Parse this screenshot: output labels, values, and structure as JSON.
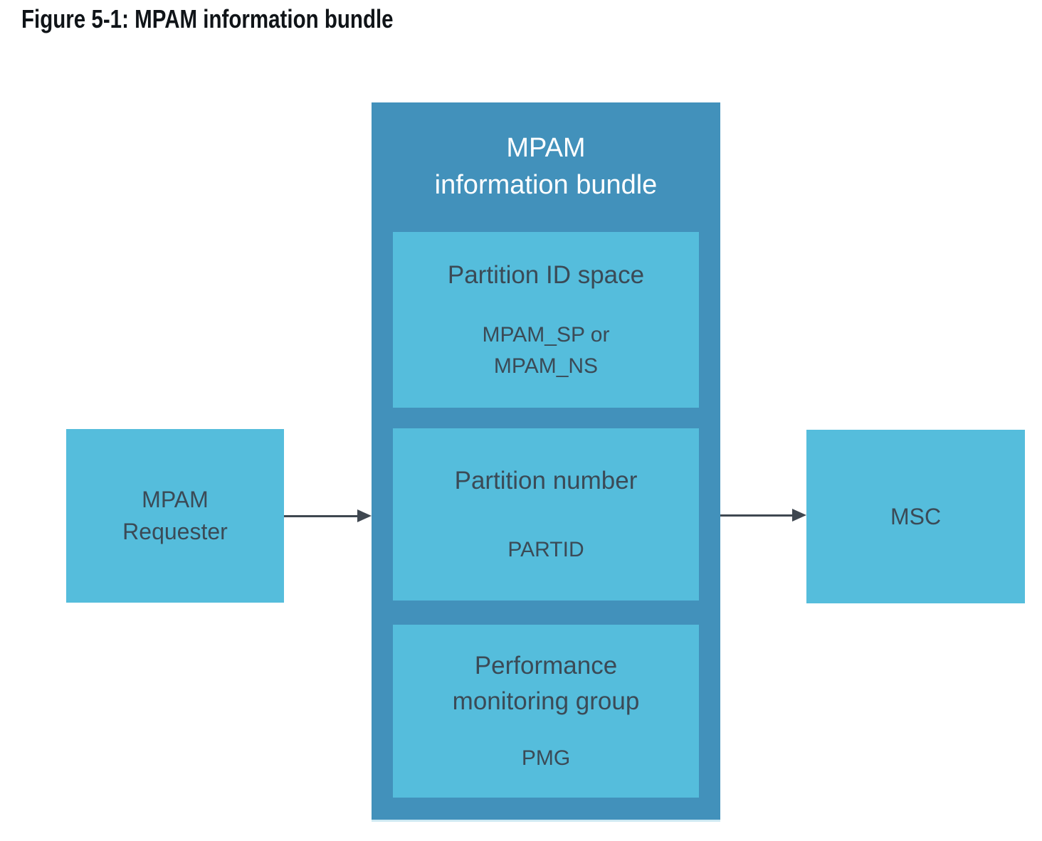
{
  "figure_title": "Figure 5-1: MPAM information bundle",
  "colors": {
    "background": "#ffffff",
    "container_fill": "#4291bb",
    "container_text": "#ffffff",
    "node_fill": "#55bddc",
    "node_text": "#3b4a56",
    "arrow": "#3f4750",
    "title_text": "#101418"
  },
  "diagram": {
    "container": {
      "title": "MPAM\ninformation bundle"
    },
    "fields": [
      {
        "heading": "Partition ID space",
        "value": "MPAM_SP or\nMPAM_NS"
      },
      {
        "heading": "Partition number",
        "value": "PARTID"
      },
      {
        "heading": "Performance\nmonitoring group",
        "value": "PMG"
      }
    ],
    "left_node": {
      "label": "MPAM\nRequester"
    },
    "right_node": {
      "label": "MSC"
    },
    "arrows": [
      {
        "from": "MPAM Requester",
        "to": "MPAM information bundle"
      },
      {
        "from": "MPAM information bundle",
        "to": "MSC"
      }
    ]
  }
}
